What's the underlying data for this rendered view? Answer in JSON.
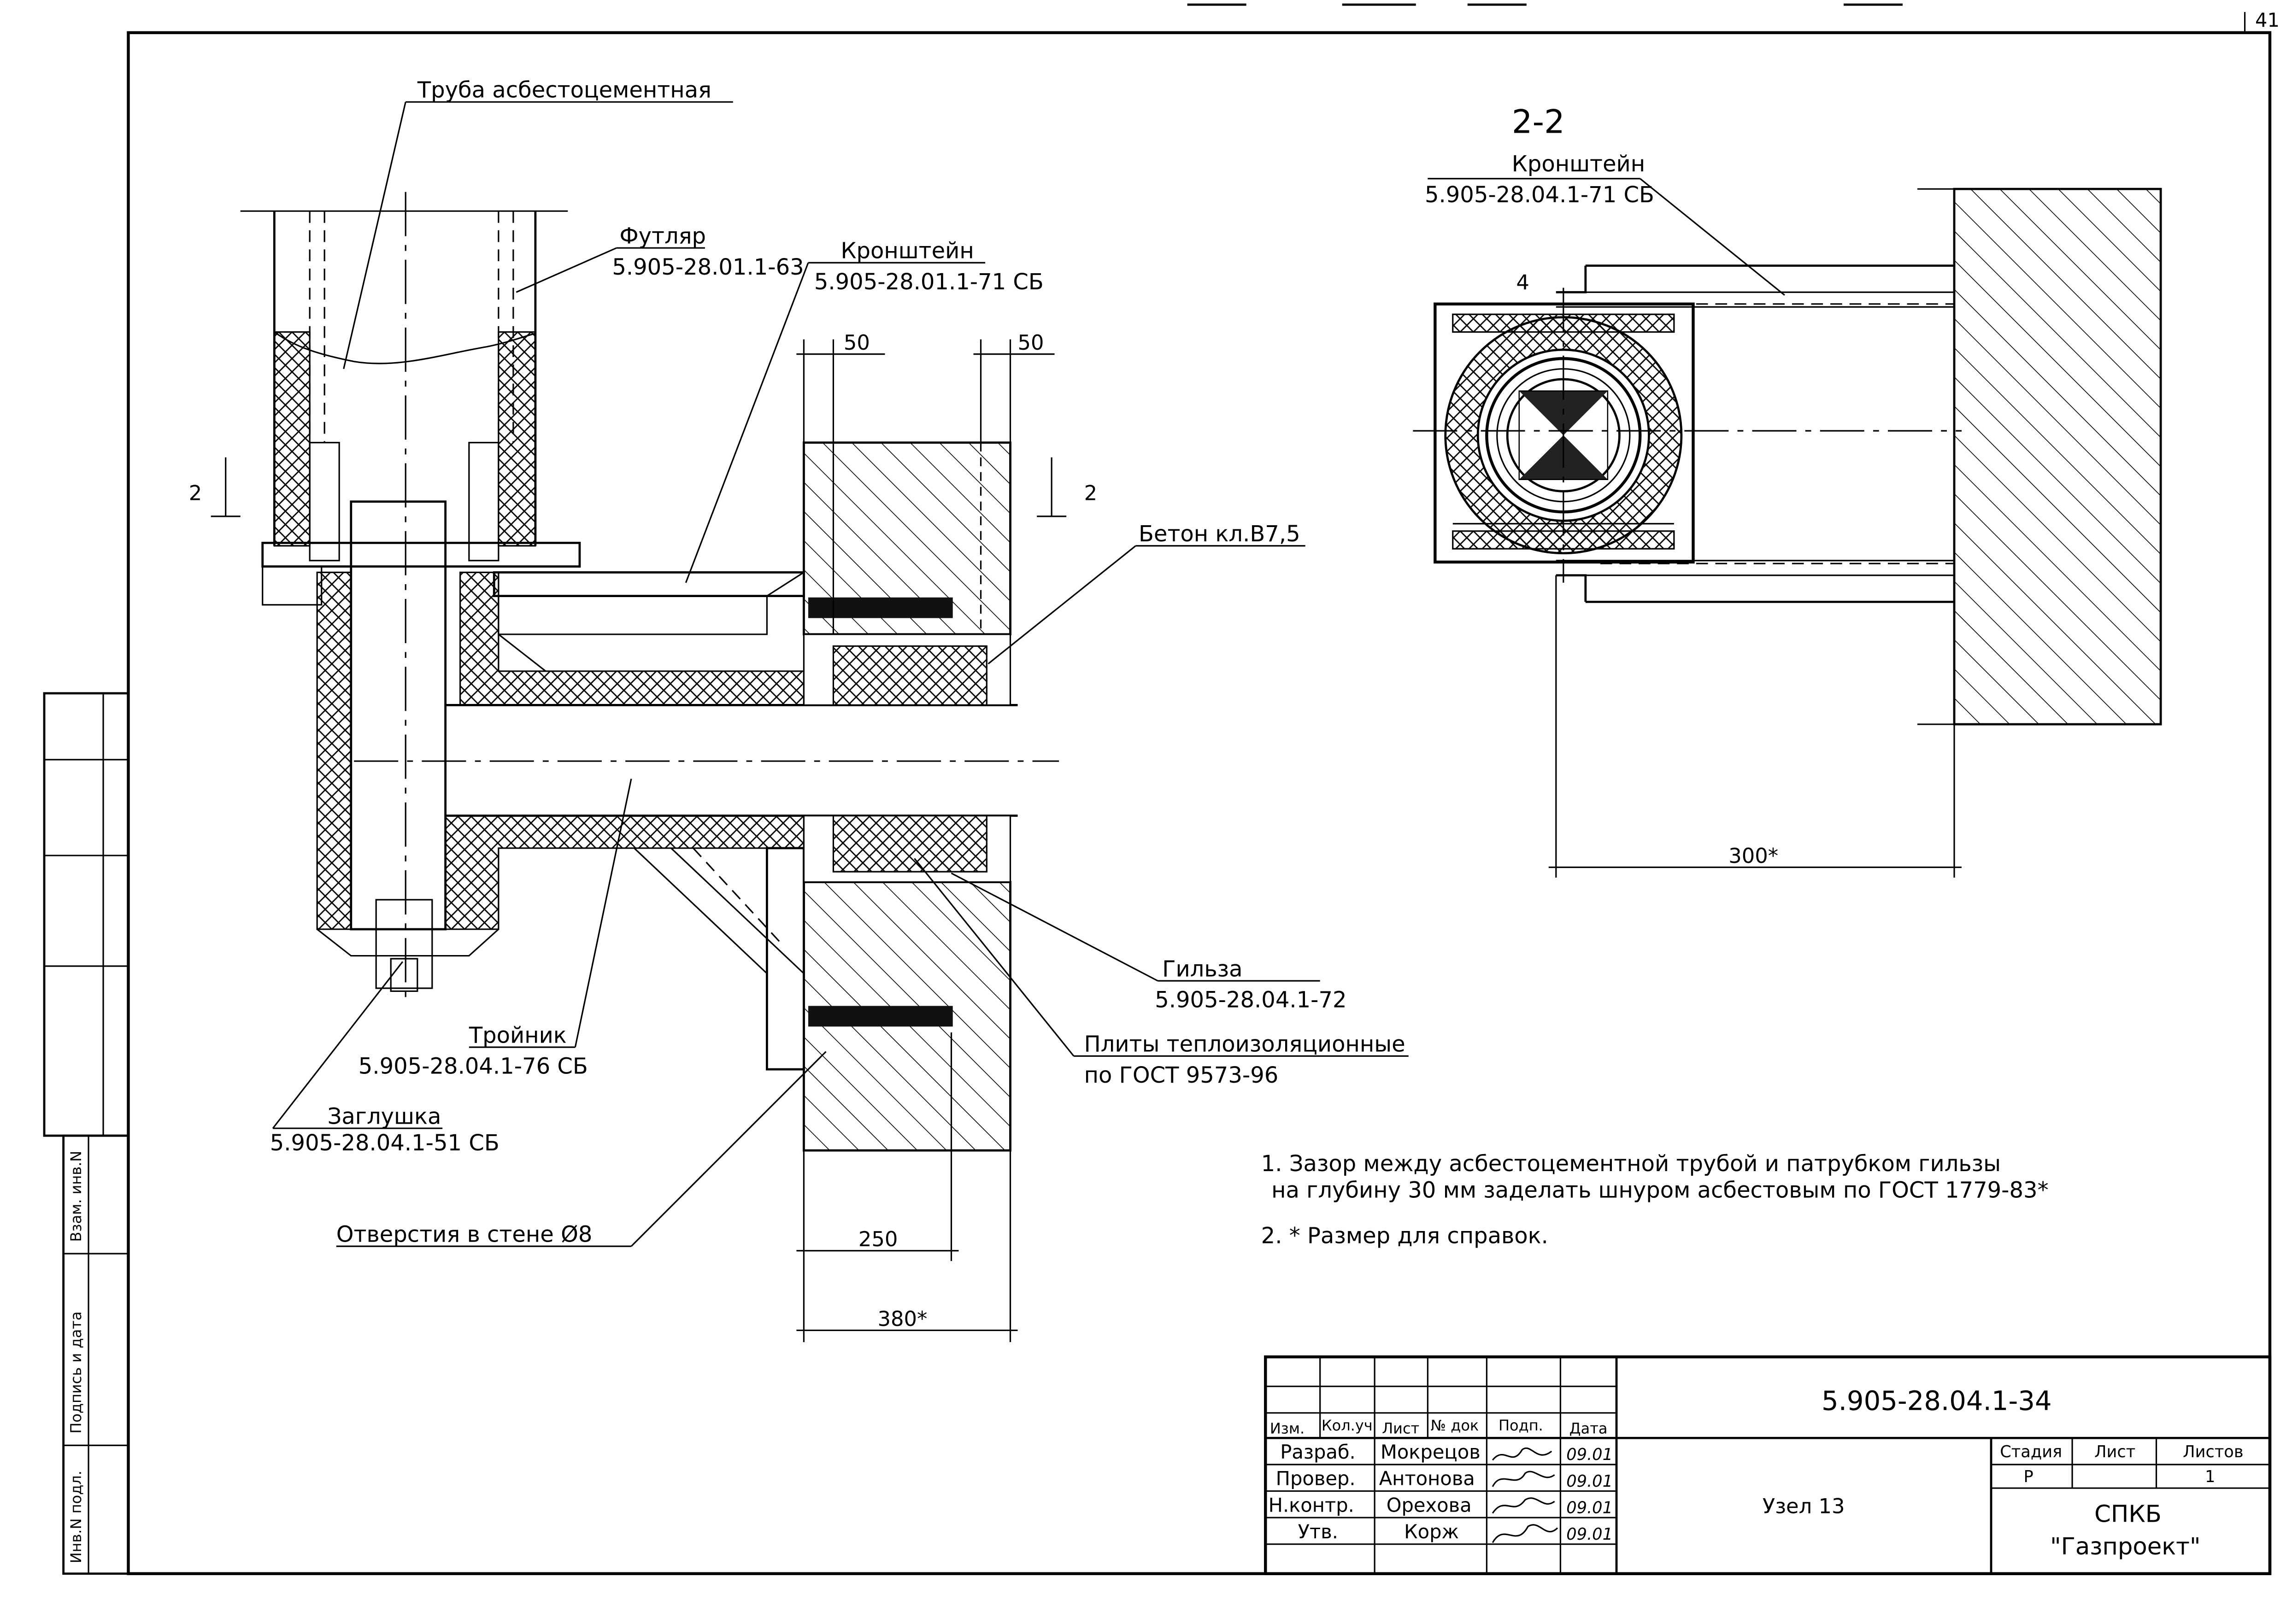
{
  "page_number": "41",
  "section_label": "2-2",
  "cut_label": "2",
  "labels": {
    "pipe": "Труба асбестоцементная",
    "casing": "Футляр",
    "casing_code": "5.905-28.01.1-63",
    "bracket": "Кронштейн",
    "bracket_code": "5.905-28.01.1-71 СБ",
    "concrete": "Бетон кл.В7,5",
    "tee": "Тройник",
    "tee_code": "5.905-28.04.1-76 СБ",
    "plug": "Заглушка",
    "plug_code": "5.905-28.04.1-51 СБ",
    "sleeve": "Гильза",
    "sleeve_code": "5.905-28.04.1-72",
    "plates": "Плиты теплоизоляционные",
    "plates_std": "по ГОСТ 9573-96",
    "holes": "Отверстия в стене Ø8",
    "bracket_right": "Кронштейн",
    "bracket_right_code": "5.905-28.04.1-71 СБ",
    "marker_4": "4"
  },
  "dimensions": {
    "d50a": "50",
    "d50b": "50",
    "d250": "250",
    "d380": "380*",
    "d300": "300*"
  },
  "notes": [
    "1. Зазор между асбестоцементной трубой и патрубком гильзы",
    "на глубину 30 мм заделать шнуром асбестовым по ГОСТ 1779-83*",
    "2. * Размер для справок."
  ],
  "side_stamp": {
    "c1": "Взам. инв.N",
    "c2": "Подпись и дата",
    "c3": "Инв.N подл."
  },
  "title_block": {
    "doc_code": "5.905-28.04.1-34",
    "name": "Узел 13",
    "org_line1": "СПКБ",
    "org_line2": "\"Газпроект\"",
    "headers": [
      "Изм.",
      "Кол.уч",
      "Лист",
      "№ док",
      "Подп.",
      "Дата"
    ],
    "rows": [
      {
        "role": "Разраб.",
        "person": "Мокрецов",
        "date": "09.01"
      },
      {
        "role": "Провер.",
        "person": "Антонова",
        "date": "09.01"
      },
      {
        "role": "Н.контр.",
        "person": "Орехова",
        "date": "09.01"
      },
      {
        "role": "Утв.",
        "person": "Корж",
        "date": "09.01"
      }
    ],
    "stage_header": "Стадия",
    "sheet_header": "Лист",
    "sheets_header": "Листов",
    "stage": "Р",
    "sheets": "1"
  }
}
